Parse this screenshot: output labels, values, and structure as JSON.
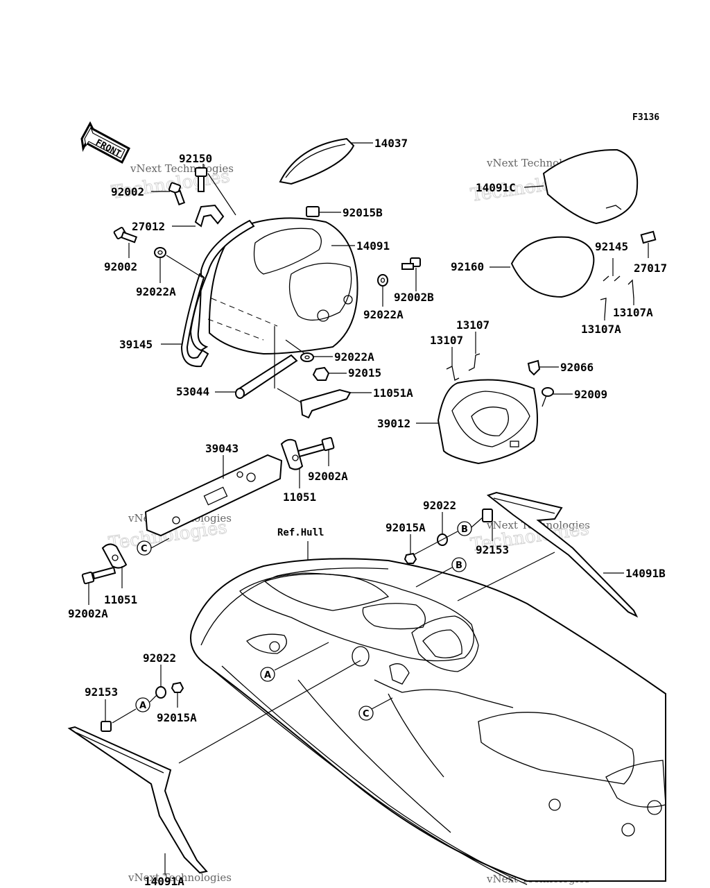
{
  "figure_code": "F3136",
  "front_label": "FRONT",
  "ref_hull": "Ref.Hull",
  "watermark": {
    "line1": "vNext Technologies",
    "line2": "Technologies"
  },
  "parts": {
    "p14037": "14037",
    "p92150": "92150",
    "p92002_a": "92002",
    "p27012": "27012",
    "p92002_b": "92002",
    "p92022A_a": "92022A",
    "p92015B": "92015B",
    "p14091": "14091",
    "p92002B": "92002B",
    "p92022A_b": "92022A",
    "p39145": "39145",
    "p92022A_c": "92022A",
    "p92015": "92015",
    "p53044": "53044",
    "p11051A": "11051A",
    "p14091C": "14091C",
    "p92160": "92160",
    "p92145": "92145",
    "p27017": "27017",
    "p13107A_a": "13107A",
    "p13107A_b": "13107A",
    "p13107_a": "13107",
    "p13107_b": "13107",
    "p92066": "92066",
    "p92009": "92009",
    "p39012": "39012",
    "p39043": "39043",
    "p92002A_a": "92002A",
    "p11051_a": "11051",
    "p92022_a": "92022",
    "p92015A_a": "92015A",
    "p92153_a": "92153",
    "p14091B": "14091B",
    "p11051_b": "11051",
    "p92002A_b": "92002A",
    "p92022_b": "92022",
    "p92153_b": "92153",
    "p92015A_b": "92015A",
    "p14091A": "14091A"
  },
  "callouts": {
    "c_upper": "C",
    "c_hull": "C",
    "b_upper": "B",
    "b_hull": "B",
    "a_lower": "A",
    "a_hull": "A"
  }
}
